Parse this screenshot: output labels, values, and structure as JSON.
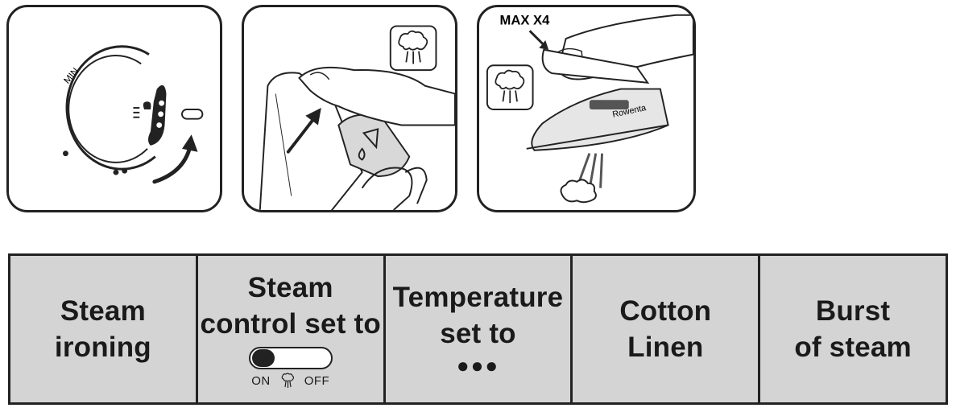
{
  "panel1": {
    "min_label": "MIN"
  },
  "panel3": {
    "max_label": "MAX X4",
    "brand": "Rowenta"
  },
  "table": {
    "col1": "Steam\nironing",
    "col2": "Steam\ncontrol set to",
    "col2_switch": {
      "on_label": "ON",
      "off_label": "OFF",
      "icon": "steam-icon"
    },
    "col3": "Temperature\nset to",
    "col3_dots": "●●●",
    "col4": "Cotton\nLinen",
    "col5": "Burst\nof steam"
  },
  "colors": {
    "stroke": "#222222",
    "table_bg": "#d4d4d4"
  }
}
